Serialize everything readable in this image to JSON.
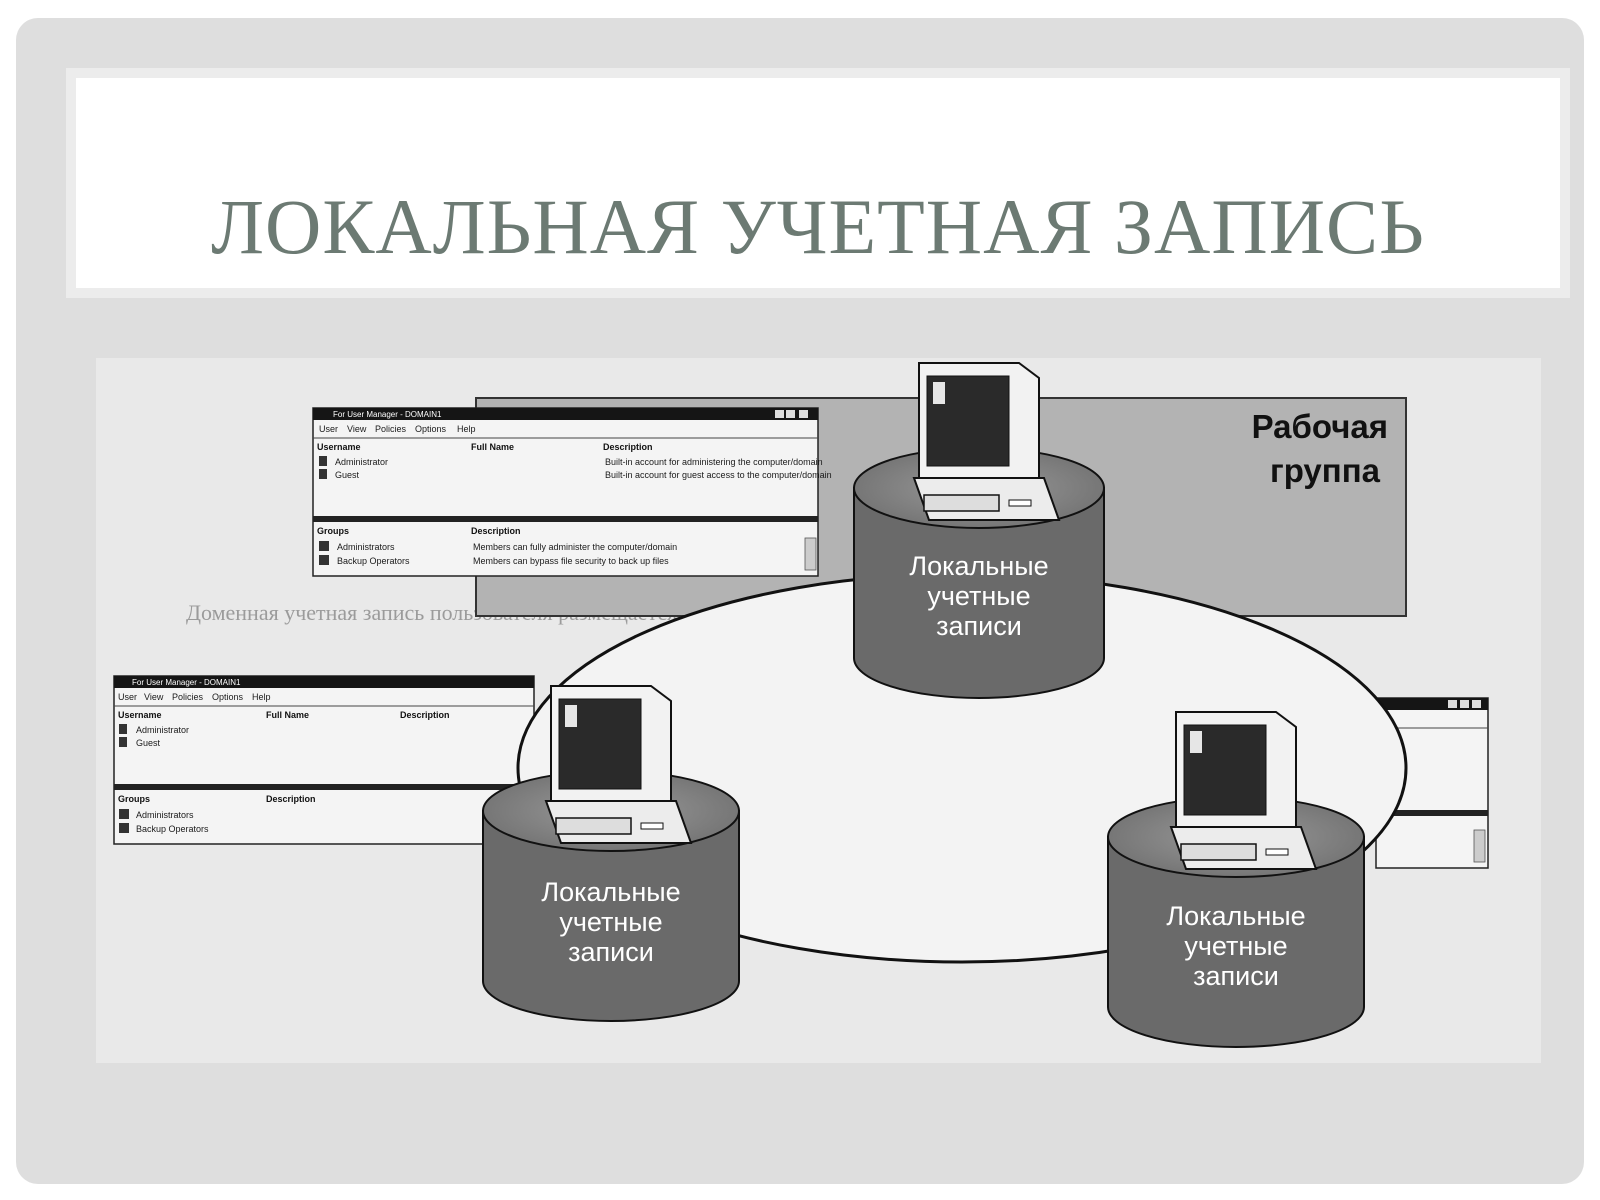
{
  "slide": {
    "title": "ЛОКАЛЬНАЯ УЧЕТНАЯ ЗАПИСЬ"
  },
  "diagram": {
    "workgroup_label": [
      "Рабочая",
      "группа"
    ],
    "node_label": [
      "Локальные",
      "учетные",
      "записи"
    ],
    "user_manager": {
      "title": "For User Manager - DOMAIN1",
      "menu": [
        "User",
        "View",
        "Policies",
        "Options",
        "Help"
      ],
      "users_headers": [
        "Username",
        "Full Name",
        "Description"
      ],
      "users": [
        {
          "name": "Administrator",
          "description": "Built-in account for administering the computer/domain"
        },
        {
          "name": "Guest",
          "description": "Built-in account for guest access to the computer/domain"
        }
      ],
      "groups_headers": [
        "Groups",
        "Description"
      ],
      "groups": [
        {
          "name": "Administrators",
          "description": "Members can fully administer the computer/domain"
        },
        {
          "name": "Backup Operators",
          "description": "Members can bypass file security to back up files"
        }
      ]
    },
    "bleed_text": "Доменная учетная запись пользователя размещается в основ-"
  }
}
